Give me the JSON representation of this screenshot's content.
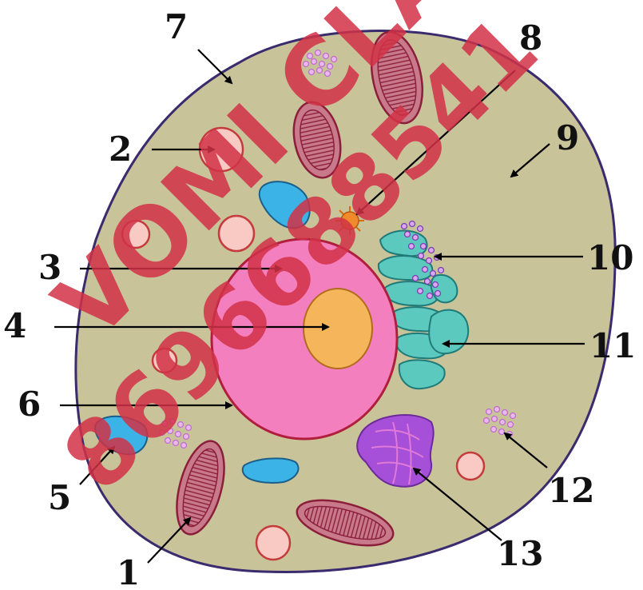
{
  "diagram": {
    "labels": [
      {
        "id": "l1",
        "text": "1"
      },
      {
        "id": "l2",
        "text": "2"
      },
      {
        "id": "l3",
        "text": "3"
      },
      {
        "id": "l4",
        "text": "4"
      },
      {
        "id": "l5",
        "text": "5"
      },
      {
        "id": "l6",
        "text": "6"
      },
      {
        "id": "l7",
        "text": "7"
      },
      {
        "id": "l8",
        "text": "8"
      },
      {
        "id": "l9",
        "text": "9"
      },
      {
        "id": "l10",
        "text": "10"
      },
      {
        "id": "l11",
        "text": "11"
      },
      {
        "id": "l12",
        "text": "12"
      },
      {
        "id": "l13",
        "text": "13"
      }
    ],
    "watermark": {
      "line1": "VOMI CLA",
      "line2": "8696688541"
    },
    "colors": {
      "cytoplasm": "#c9c39a",
      "membrane": "#3a2a6e",
      "nucleus": "#f47fbf",
      "nuclear_envelope": "#b01e3c",
      "nucleolus": "#f5b55a",
      "mitochondria": "#c97a8a",
      "golgi": "#5cc9bf",
      "vacuole": "#3cb3e6",
      "lysosome": "#f9c9c4",
      "centrosome": "#f08a2a",
      "ribosome": "#c06fc8",
      "er": "#a64fd8",
      "watermark": "#d23247"
    }
  }
}
